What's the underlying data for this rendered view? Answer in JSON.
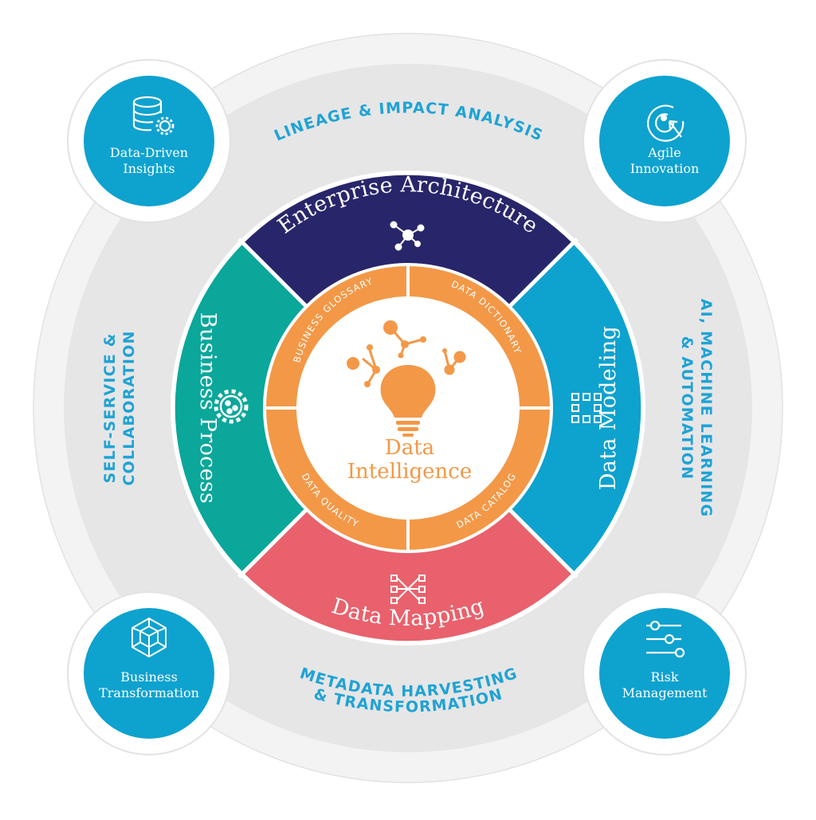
{
  "center": {
    "line1": "Data",
    "line2": "Intelligence"
  },
  "outer_ring": {
    "top": "LINEAGE & IMPACT ANALYSIS",
    "left_line1": "SELF-SERVICE &",
    "left_line2": "COLLABORATION",
    "right_line1": "AI, MACHINE LEARNING",
    "right_line2": "& AUTOMATION",
    "bottom_line1": "METADATA HARVESTING",
    "bottom_line2": "& TRANSFORMATION"
  },
  "segments": {
    "top": {
      "label": "Enterprise Architecture",
      "color": "#28266a",
      "icon": "network-nodes-icon"
    },
    "right": {
      "label": "Data Modeling",
      "color": "#0ea2cf",
      "icon": "grid-model-icon"
    },
    "bottom": {
      "label": "Data Mapping",
      "color": "#e8616c",
      "icon": "mapping-flow-icon"
    },
    "left": {
      "label": "Business Process",
      "color": "#0aa79a",
      "icon": "gear-network-icon"
    }
  },
  "inner_ring": {
    "top_left": "BUSINESS GLOSSARY",
    "top_right": "DATA DICTIONARY",
    "bottom_left": "DATA QUALITY",
    "bottom_right": "DATA CATALOG",
    "color": "#f39847"
  },
  "corners": {
    "top_left": {
      "line1": "Data-Driven",
      "line2": "Insights",
      "icon": "database-gear-icon"
    },
    "top_right": {
      "line1": "Agile",
      "line2": "Innovation",
      "icon": "target-cursor-icon"
    },
    "bottom_left": {
      "line1": "Business",
      "line2": "Transformation",
      "icon": "cube-icon"
    },
    "bottom_right": {
      "line1": "Risk",
      "line2": "Management",
      "icon": "sliders-icon"
    }
  },
  "colors": {
    "accent_blue": "#1fa3d4",
    "ring_gray": "#e6e6e7",
    "orange": "#f39847"
  }
}
